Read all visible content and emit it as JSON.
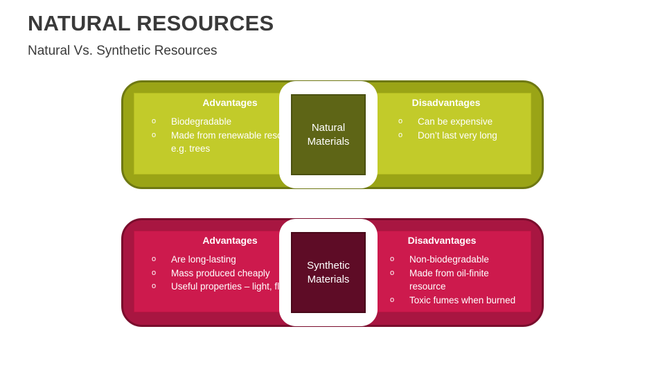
{
  "header": {
    "title": "NATURAL RESOURCES",
    "subtitle": "Natural Vs. Synthetic Resources"
  },
  "bullet_symbol": "o",
  "natural": {
    "center_label_line1": "Natural",
    "center_label_line2": "Materials",
    "advantages": {
      "heading": "Advantages",
      "items": [
        "Biodegradable",
        "Made from renewable resources e.g. trees"
      ]
    },
    "disadvantages": {
      "heading": "Disadvantages",
      "items": [
        "Can be expensive",
        "Don’t last very long"
      ]
    }
  },
  "synthetic": {
    "center_label_line1": "Synthetic",
    "center_label_line2": "Materials",
    "advantages": {
      "heading": "Advantages",
      "items": [
        "Are long-lasting",
        "Mass produced cheaply",
        "Useful properties – light, flexible"
      ]
    },
    "disadvantages": {
      "heading": "Disadvantages",
      "items": [
        "Non-biodegradable",
        "Made from oil-finite resource",
        "Toxic fumes when burned"
      ]
    }
  },
  "colors": {
    "natural_outer": "#9aa416",
    "natural_panel": "#c2cb2a",
    "natural_center": "#5e6516",
    "synthetic_outer": "#a81641",
    "synthetic_panel": "#cd1a4d",
    "synthetic_center": "#5e0c26",
    "title_text": "#3a3a3a"
  }
}
